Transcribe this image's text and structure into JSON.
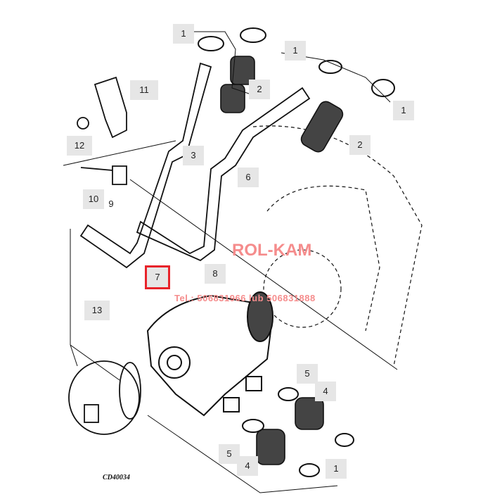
{
  "diagram": {
    "code": "CD40034",
    "callouts": [
      {
        "id": "c1a",
        "text": "1"
      },
      {
        "id": "c1b",
        "text": "1"
      },
      {
        "id": "c1c",
        "text": "1"
      },
      {
        "id": "c1d",
        "text": "1"
      },
      {
        "id": "c2a",
        "text": "2"
      },
      {
        "id": "c2b",
        "text": "2"
      },
      {
        "id": "c3",
        "text": "3"
      },
      {
        "id": "c4a",
        "text": "4"
      },
      {
        "id": "c4b",
        "text": "4"
      },
      {
        "id": "c5a",
        "text": "5"
      },
      {
        "id": "c5b",
        "text": "5"
      },
      {
        "id": "c6",
        "text": "6"
      },
      {
        "id": "c7",
        "text": "7"
      },
      {
        "id": "c8",
        "text": "8"
      },
      {
        "id": "c9",
        "text": "9"
      },
      {
        "id": "c10",
        "text": "10"
      },
      {
        "id": "c11",
        "text": "11"
      },
      {
        "id": "c12",
        "text": "12"
      },
      {
        "id": "c13",
        "text": "13"
      }
    ],
    "highlight_color": "#e8232a"
  },
  "watermark": {
    "brand": "ROL-KAM",
    "phone": "Tel.: 506831966 lub 506831888"
  }
}
